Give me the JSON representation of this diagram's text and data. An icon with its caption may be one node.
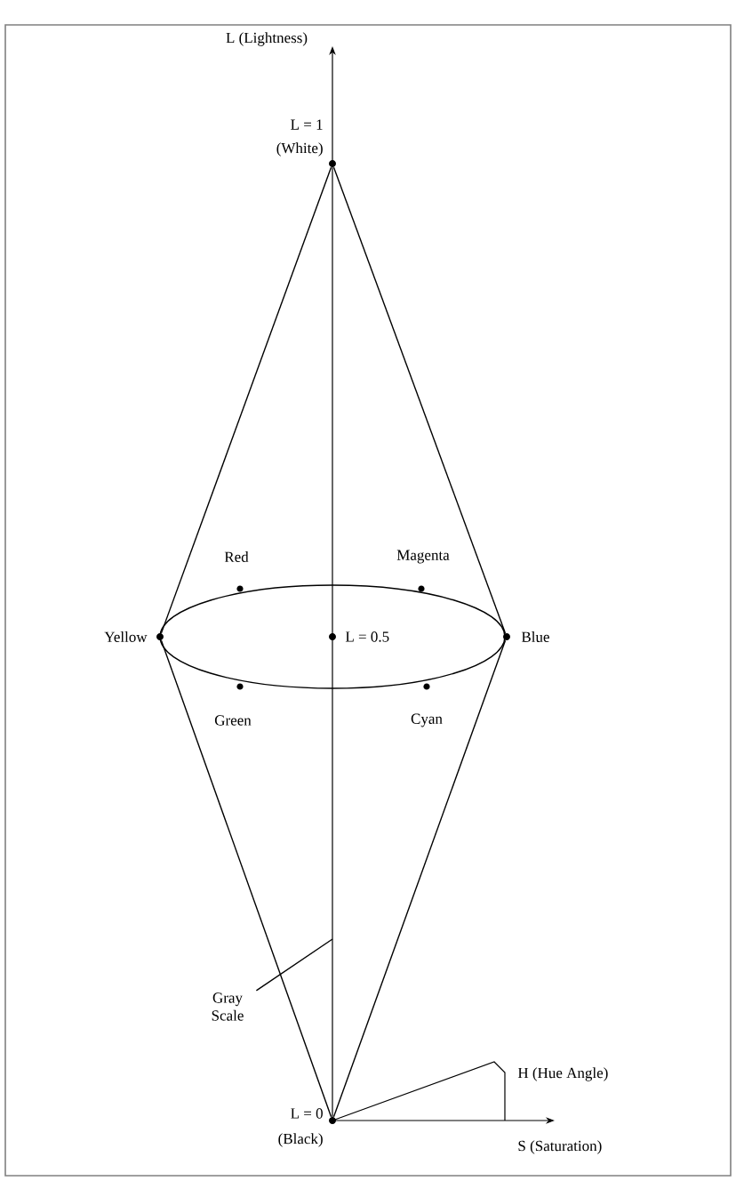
{
  "diagram": {
    "nodes": [
      {
        "text": [
          "L = 1",
          "(White)"
        ]
      },
      {
        "text": [
          "Yellow"
        ]
      },
      {
        "text": [
          "L = 0.5"
        ]
      },
      {
        "text": [
          "Blue"
        ]
      },
      {
        "text": [
          "L = 0",
          "(Black)"
        ]
      },
      {
        "text": [
          "Gray Scale"
        ]
      }
    ],
    "edges": [
      {
        "from": 0,
        "to": 1,
        "arrow": "none"
      },
      {
        "from": 0,
        "to": 3,
        "arrow": "none"
      },
      {
        "from": 1,
        "to": 4,
        "arrow": "none"
      },
      {
        "from": 3,
        "to": 4,
        "arrow": "none"
      },
      {
        "from": 5,
        "to": null,
        "arrow": "none"
      }
    ],
    "labels": [
      "L (Lightness)",
      "Red",
      "Magenta",
      "Green",
      "Cyan",
      "H (Hue Angle)",
      "S (Saturation)"
    ]
  }
}
